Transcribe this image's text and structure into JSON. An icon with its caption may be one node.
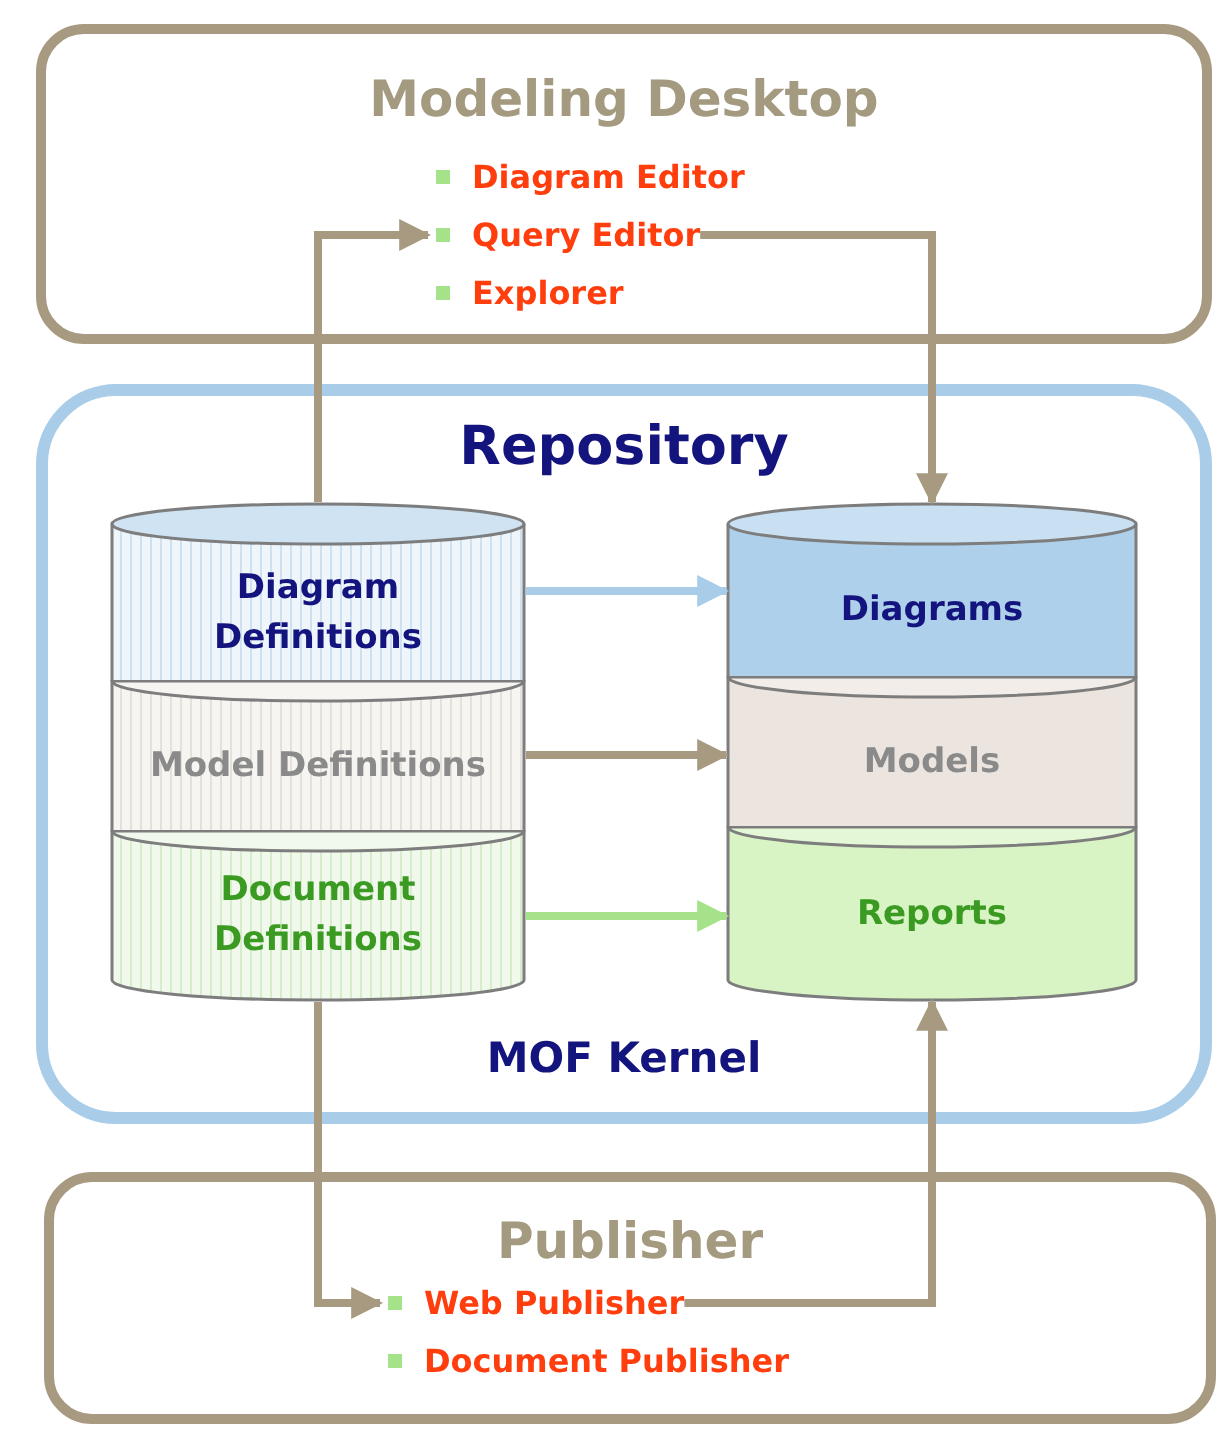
{
  "diagram": {
    "nodes": [
      {
        "text": [
          "Modeling Desktop"
        ]
      },
      {
        "text": [
          "Diagram Editor"
        ],
        "in": 0
      },
      {
        "text": [
          "Query Editor"
        ],
        "in": 0
      },
      {
        "text": [
          "Explorer"
        ],
        "in": 0
      },
      {
        "text": [
          "Repository",
          "MOF Kernel"
        ]
      },
      {
        "text": [
          "Diagram Definitions"
        ],
        "in": 4
      },
      {
        "text": [
          "Model Definitions"
        ],
        "in": 4
      },
      {
        "text": [
          "Document Definitions"
        ],
        "in": 4
      },
      {
        "text": [
          "Diagrams"
        ],
        "in": 4
      },
      {
        "text": [
          "Models"
        ],
        "in": 4
      },
      {
        "text": [
          "Reports"
        ],
        "in": 4
      },
      {
        "text": [
          "Publisher"
        ]
      },
      {
        "text": [
          "Web Publisher"
        ],
        "in": 11
      },
      {
        "text": [
          "Document Publisher"
        ],
        "in": 11
      }
    ],
    "edges": [
      {
        "from": 5,
        "to": 2,
        "arrow": "to"
      },
      {
        "from": 2,
        "to": 8,
        "arrow": "to"
      },
      {
        "from": 5,
        "to": 8,
        "arrow": "to",
        "color": "#a9cde8"
      },
      {
        "from": 6,
        "to": 9,
        "arrow": "to"
      },
      {
        "from": 7,
        "to": 10,
        "arrow": "to",
        "color": "#a6e28a"
      },
      {
        "from": 7,
        "to": 12,
        "arrow": "to"
      },
      {
        "from": 12,
        "to": 10,
        "arrow": "to"
      }
    ]
  }
}
